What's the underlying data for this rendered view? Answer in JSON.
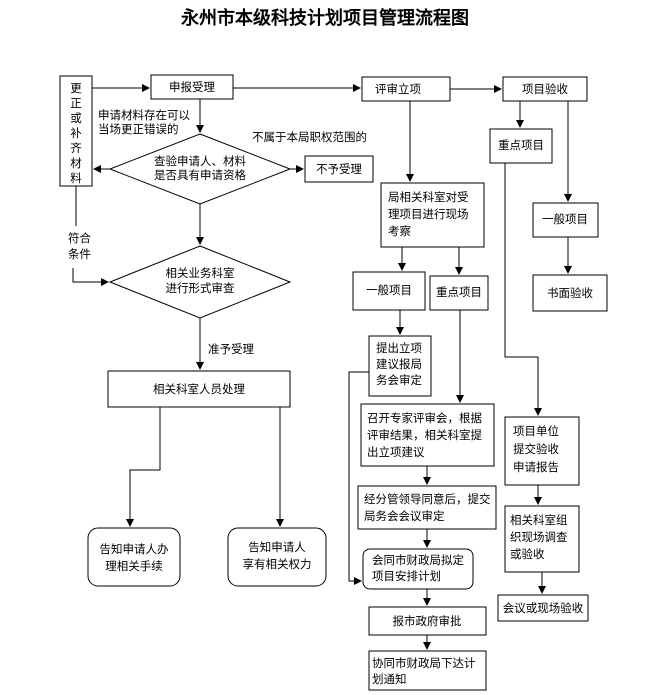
{
  "title": "永州市本级科技计划项目管理流程图",
  "nodes": {
    "revise": "更正或补齐材料",
    "apply": "申报受理",
    "fix_note": [
      "申请材料存在可以",
      "当场更正错误的"
    ],
    "check": [
      "查验申请人、材料",
      "是否具有申请资格"
    ],
    "out_scope": "不属于本局职权范围的",
    "reject": "不予受理",
    "qualified": [
      "符合",
      "条件"
    ],
    "formal": [
      "相关业务科室",
      "进行形式审查"
    ],
    "approve_note": "准予受理",
    "staff": "相关科室人员处理",
    "notify1": [
      "告知申请人办",
      "理相关手续"
    ],
    "notify2": [
      "告知申请人",
      "享有相关权力"
    ],
    "review": "评审立项",
    "site": [
      "局相关科室对受",
      "理项目进行现场",
      "考察"
    ],
    "general1": "一般项目",
    "key1": "重点项目",
    "propose": [
      "提出立项",
      "建议报局",
      "务会审定"
    ],
    "expert": [
      "召开专家评审会，根据",
      "评审结果，相关科室提",
      "出立项建议"
    ],
    "leader": [
      "经分管领导同意后，提交",
      "局务会会议审定"
    ],
    "finance_plan": [
      "会同市财政局拟定",
      "项目安排计划"
    ],
    "gov": "报市政府审批",
    "finance_issue": [
      "协同市财政局下达计",
      "划通知"
    ],
    "acceptance": "项目验收",
    "key2": "重点项目",
    "general2": "一般项目",
    "written": "书面验收",
    "report": [
      "项目单位",
      "提交验收",
      "申请报告"
    ],
    "inspect": [
      "相关科室组",
      "织现场调查",
      "或验收"
    ],
    "meeting": "会议或现场验收"
  }
}
